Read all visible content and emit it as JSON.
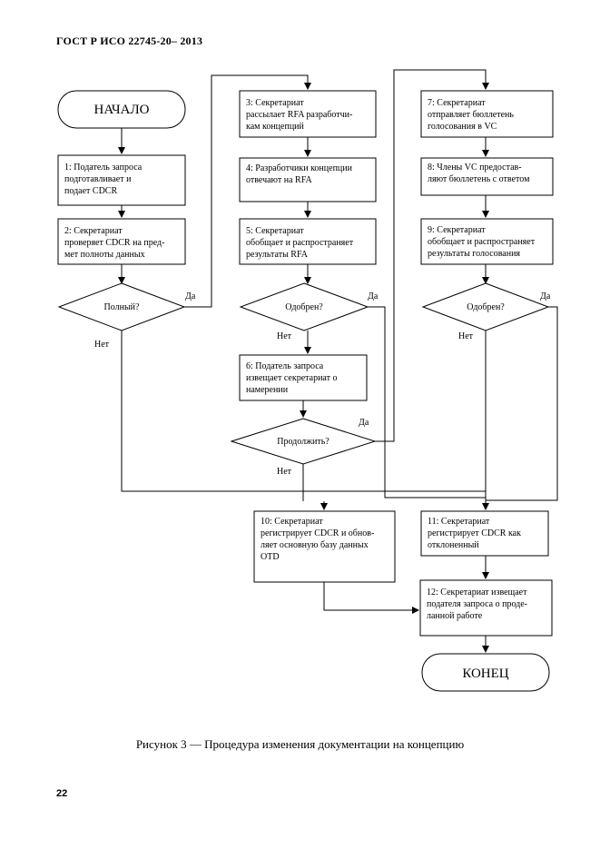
{
  "header": "ГОСТ Р ИСО 22745-20– 2013",
  "caption": "Рисунок 3 — Процедура изменения документации на концепцию",
  "page_number": "22",
  "terminals": {
    "start": "НАЧАЛО",
    "end": "КОНЕЦ"
  },
  "steps": {
    "s1": [
      "1: Податель запроса",
      "подготавливает и",
      "подает CDCR"
    ],
    "s2": [
      "2: Секретариат",
      "проверяет CDCR на пред-",
      "мет полноты данных"
    ],
    "s3": [
      "3: Секретариат",
      "рассылает RFA разработчи-",
      "кам концепций"
    ],
    "s4": [
      "4: Разработчики концепции",
      "отвечают на RFA"
    ],
    "s5": [
      "5: Секретариат",
      "обобщает и распространяет",
      "результаты RFA"
    ],
    "s6": [
      "6: Податель запроса",
      "извещает секретариат о",
      "намерении"
    ],
    "s7": [
      "7: Секретариат",
      "отправляет бюллетень",
      "голосования в VC"
    ],
    "s8": [
      "8: Члены VC предостав-",
      "ляют бюллетень с ответом"
    ],
    "s9": [
      "9: Секретариат",
      "обобщает и распространяет",
      "результаты голосования"
    ],
    "s10": [
      "10: Секретариат",
      "регистрирует CDCR и обнов-",
      "ляет основную базу данных",
      "OTD"
    ],
    "s11": [
      "11: Секретариат",
      "регистрирует CDCR как",
      "отклоненный"
    ],
    "s12": [
      "12: Секретариат извещает",
      "подателя запроса о проде-",
      "ланной работе"
    ]
  },
  "decisions": {
    "d1": "Полный?",
    "d2": "Одобрен?",
    "d3": "Продолжить?",
    "d4": "Одобрен?"
  },
  "labels": {
    "yes": "Да",
    "no": "Нет"
  }
}
